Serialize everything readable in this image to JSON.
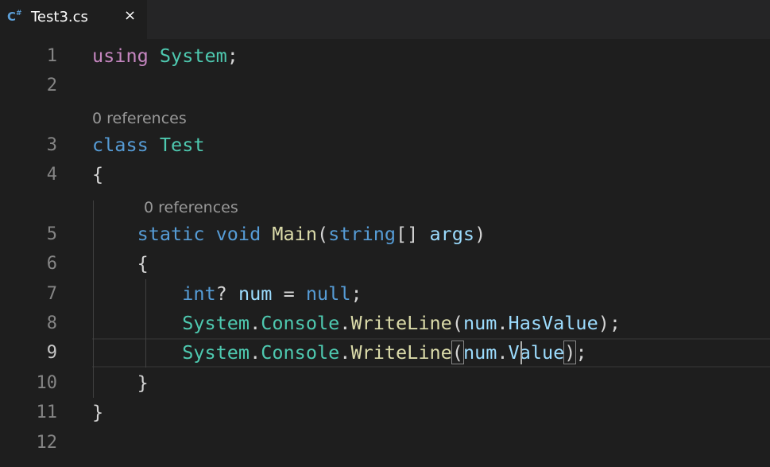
{
  "tab": {
    "icon_label": "C",
    "icon_suffix": "#",
    "title": "Test3.cs",
    "close_glyph": "×"
  },
  "editor": {
    "line_numbers": [
      "1",
      "2",
      "3",
      "4",
      "5",
      "6",
      "7",
      "8",
      "9",
      "10",
      "11",
      "12"
    ],
    "active_line": "9",
    "codelens": {
      "class_refs": "0 references",
      "method_refs": "0 references"
    },
    "lines": {
      "l1": {
        "using": "using",
        "ns": "System",
        "semi": ";"
      },
      "l3": {
        "kw": "class",
        "name": "Test"
      },
      "l4": {
        "brace": "{"
      },
      "l5": {
        "static": "static",
        "void": "void",
        "name": "Main",
        "open": "(",
        "type": "string",
        "brackets": "[]",
        "param": "args",
        "close": ")"
      },
      "l6": {
        "brace": "{"
      },
      "l7": {
        "type": "int",
        "q": "?",
        "var": "num",
        "eq": "=",
        "null": "null",
        "semi": ";"
      },
      "l8": {
        "sys": "System",
        "dot1": ".",
        "console": "Console",
        "dot2": ".",
        "method": "WriteLine",
        "open": "(",
        "var": "num",
        "dot3": ".",
        "prop": "HasValue",
        "close": ");"
      },
      "l9": {
        "sys": "System",
        "dot1": ".",
        "console": "Console",
        "dot2": ".",
        "method": "WriteLine",
        "open": "(",
        "var": "num",
        "dot3": ".",
        "prop": "Value",
        "close": ")",
        "semi": ";"
      },
      "l10": {
        "brace": "}"
      },
      "l11": {
        "brace": "}"
      }
    }
  },
  "colors": {
    "background": "#1e1e1e",
    "keyword": "#569cd6",
    "control_keyword": "#c586c0",
    "type": "#4ec9b0",
    "function": "#dcdcaa",
    "variable": "#9cdcfe"
  }
}
